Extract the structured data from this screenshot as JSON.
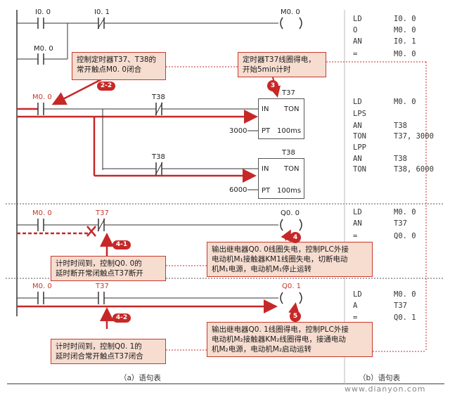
{
  "rungs": {
    "r1": {
      "contact1": "I0. 0",
      "contact2": "I0. 1",
      "coil": "M0. 0",
      "contact3": "M0. 0"
    },
    "r2": {
      "contact1": "M0. 0",
      "contact2": "T38",
      "contact3": "T38",
      "timer1": {
        "name": "T37",
        "in": "IN",
        "type": "TON",
        "pt": "PT",
        "unit": "100ms",
        "preset": "3000"
      },
      "timer2": {
        "name": "T38",
        "in": "IN",
        "type": "TON",
        "pt": "PT",
        "unit": "100ms",
        "preset": "6000"
      }
    },
    "r3": {
      "contact1": "M0. 0",
      "contact2": "T37",
      "coil": "Q0. 0"
    },
    "r4": {
      "contact1": "M0. 0",
      "contact2": "T37",
      "coil": "Q0. 1"
    }
  },
  "notes": {
    "n1": [
      "控制定时器T37、T38的",
      "常开触点M0. 0闭合"
    ],
    "n2": [
      "定时器T37线圈得电，",
      "开始5min计时"
    ],
    "n3": [
      "输出继电器Q0. 0线圈失电，控制PLC外接",
      "电动机M₁接触器KM1线圈失电，切断电动",
      "机M₁电源，电动机M₁停止运转"
    ],
    "n4": [
      "计时时间到，控制Q0. 0的",
      "延时断开常闭触点T37断开"
    ],
    "n5": [
      "输出继电器Q0. 1线圈得电，控制PLC外接",
      "电动机M₂接触器KM₂线圈得电，接通电动",
      "机M₂电源，电动机M₂启动运转"
    ],
    "n6": [
      "计时时间到，控制Q0. 1的",
      "延时闭合常开触点T37闭合"
    ]
  },
  "badges": {
    "b1": "2-2",
    "b2": "3",
    "b3": "4-1",
    "b4": "4",
    "b5": "4-2",
    "b6": "5"
  },
  "statements": [
    [
      [
        "LD",
        "I0. 0"
      ],
      [
        "O",
        "M0. 0"
      ],
      [
        "AN",
        "I0. 1"
      ],
      [
        "=",
        "M0. 0"
      ]
    ],
    [
      [
        "LD",
        "M0. 0"
      ],
      [
        "LPS",
        ""
      ],
      [
        "AN",
        "T38"
      ],
      [
        "TON",
        "T37, 3000"
      ],
      [
        "LPP",
        ""
      ],
      [
        "AN",
        "T38"
      ],
      [
        "TON",
        "T38, 6000"
      ]
    ],
    [
      [
        "LD",
        "M0. 0"
      ],
      [
        "AN",
        "T37"
      ],
      [
        "=",
        "Q0. 0"
      ]
    ],
    [
      [
        "LD",
        "M0. 0"
      ],
      [
        "A",
        "T37"
      ],
      [
        "=",
        "Q0. 1"
      ]
    ]
  ],
  "captions": {
    "a": "（a）语句表",
    "b": "（b）语句表"
  },
  "watermark": "www.dianyon.com",
  "colors": {
    "accent": "#c62828",
    "note_bg": "#f6ddd0",
    "line": "#333333"
  }
}
